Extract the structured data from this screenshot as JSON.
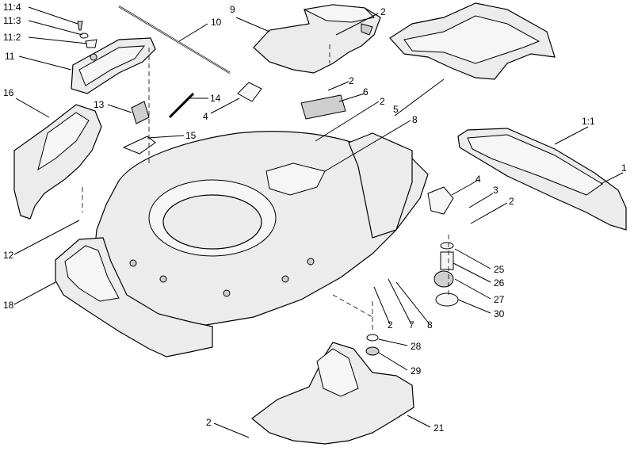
{
  "callouts": {
    "c11_4": "11:4",
    "c11_3": "11:3",
    "c11_2": "11:2",
    "c11": "11",
    "c10": "10",
    "c9": "9",
    "c2_top": "2",
    "c16": "16",
    "c13": "13",
    "c14": "14",
    "c4_left": "4",
    "c15": "15",
    "c2_mid": "2",
    "c6": "6",
    "c2_mid2": "2",
    "c5": "5",
    "c8_upper": "8",
    "c1_1": "1:1",
    "c1": "1",
    "c4_right": "4",
    "c3": "3",
    "c2_right": "2",
    "c12": "12",
    "c25": "25",
    "c26": "26",
    "c27": "27",
    "c30": "30",
    "c18": "18",
    "c2_lower": "2",
    "c7": "7",
    "c8_lower": "8",
    "c28": "28",
    "c29": "29",
    "c2_bottom": "2",
    "c21": "21"
  }
}
